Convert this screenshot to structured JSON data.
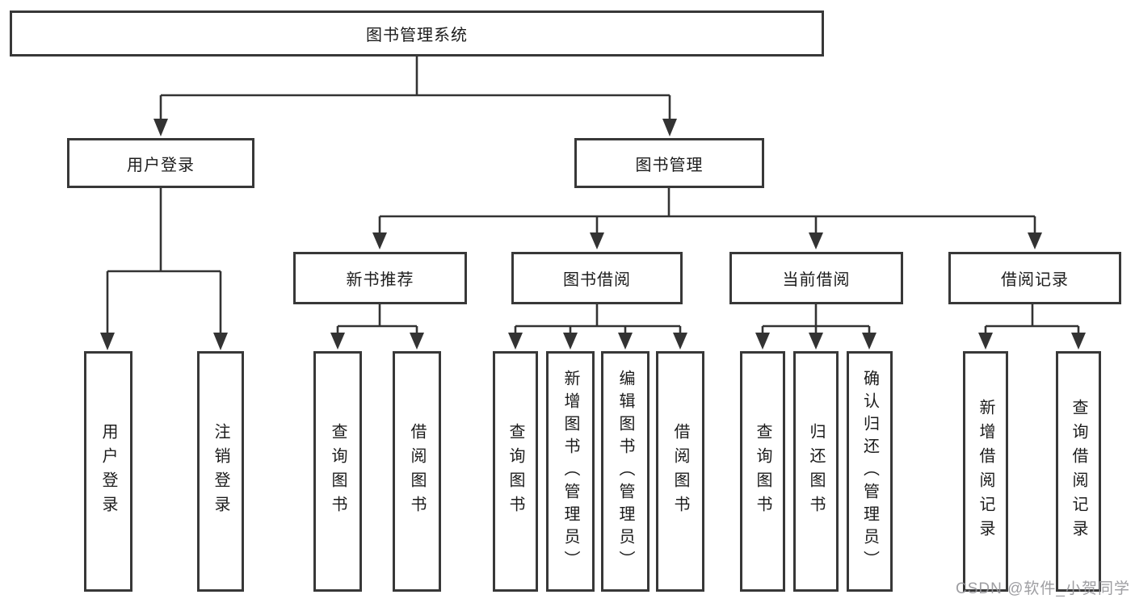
{
  "diagram_title": "图书管理系统",
  "nodes": {
    "root": {
      "label": "图书管理系统"
    },
    "user_login": {
      "label": "用户登录"
    },
    "book_mgmt": {
      "label": "图书管理"
    },
    "new_book_rec": {
      "label": "新书推荐"
    },
    "book_borrow": {
      "label": "图书借阅"
    },
    "current_borrow": {
      "label": "当前借阅"
    },
    "borrow_records": {
      "label": "借阅记录"
    },
    "leaf_user_login": {
      "label": "用户登录"
    },
    "leaf_logout": {
      "label": "注销登录"
    },
    "leaf_query_book_1": {
      "label": "查询图书"
    },
    "leaf_borrow_book_1": {
      "label": "借阅图书"
    },
    "leaf_query_book_2": {
      "label": "查询图书"
    },
    "leaf_add_book": {
      "label": "新增图书（管理员）"
    },
    "leaf_edit_book": {
      "label": "编辑图书（管理员）"
    },
    "leaf_borrow_book_2": {
      "label": "借阅图书"
    },
    "leaf_query_book_3": {
      "label": "查询图书"
    },
    "leaf_return_book": {
      "label": "归还图书"
    },
    "leaf_confirm_return": {
      "label": "确认归还（管理员）"
    },
    "leaf_add_record": {
      "label": "新增借阅记录"
    },
    "leaf_query_record": {
      "label": "查询借阅记录"
    }
  },
  "hierarchy": {
    "root": "图书管理系统",
    "children": [
      {
        "label": "用户登录",
        "children": [
          "用户登录",
          "注销登录"
        ]
      },
      {
        "label": "图书管理",
        "children": [
          {
            "label": "新书推荐",
            "children": [
              "查询图书",
              "借阅图书"
            ]
          },
          {
            "label": "图书借阅",
            "children": [
              "查询图书",
              "新增图书（管理员）",
              "编辑图书（管理员）",
              "借阅图书"
            ]
          },
          {
            "label": "当前借阅",
            "children": [
              "查询图书",
              "归还图书",
              "确认归还（管理员）"
            ]
          },
          {
            "label": "借阅记录",
            "children": [
              "新增借阅记录",
              "查询借阅记录"
            ]
          }
        ]
      }
    ]
  },
  "watermark": {
    "text": "CSDN @软件_小贺同学"
  },
  "colors": {
    "line": "#333333",
    "box_border": "#383838",
    "box_fill": "#ffffff",
    "text": "#1c1c1c",
    "watermark": "#949498"
  }
}
